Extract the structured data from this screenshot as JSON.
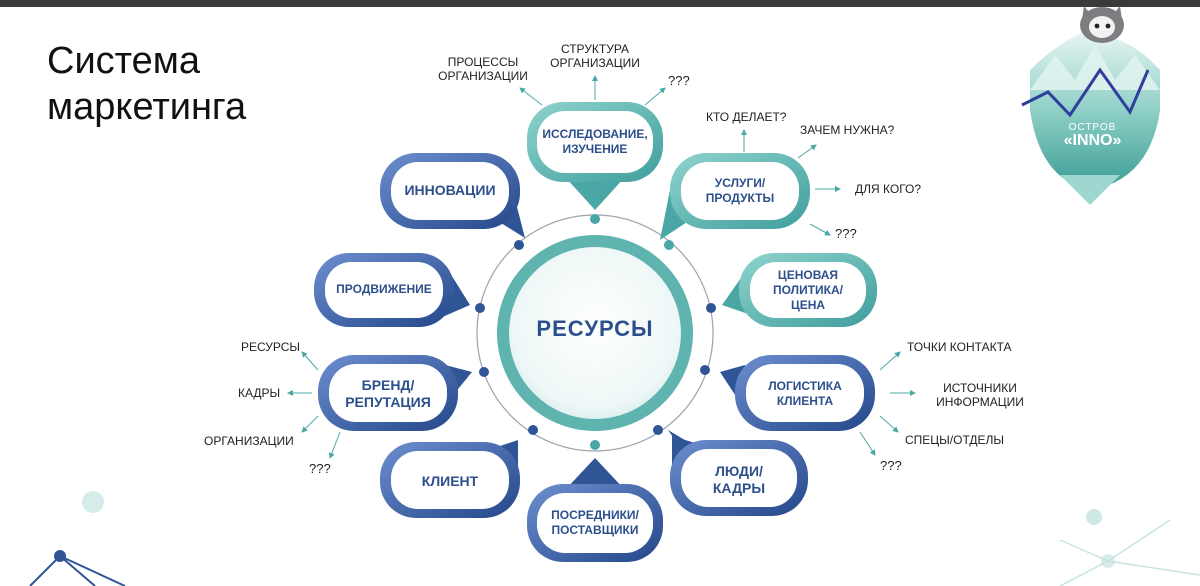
{
  "title_line1": "Система",
  "title_line2": "маркетинга",
  "center": "РЕСУРСЫ",
  "nodes": {
    "research": "ИССЛЕДОВАНИЕ,\nИЗУЧЕНИЕ",
    "services": "УСЛУГИ/\nПРОДУКТЫ",
    "pricing": "ЦЕНОВАЯ\nПОЛИТИКА/\nЦЕНА",
    "logistics": "ЛОГИСТИКА\nКЛИЕНТА",
    "people": "ЛЮДИ/\nКАДРЫ",
    "intermediaries": "ПОСРЕДНИКИ/\nПОСТАВЩИКИ",
    "client": "КЛИЕНТ",
    "brand": "БРЕНД/\nРЕПУТАЦИЯ",
    "promotion": "ПРОДВИЖЕНИЕ",
    "innovation": "ИННОВАЦИИ"
  },
  "annotations": {
    "research_processes": "ПРОЦЕССЫ\nОРГАНИЗАЦИИ",
    "research_structure": "СТРУКТУРА\nОРГАНИЗАЦИИ",
    "research_q": "???",
    "services_who": "КТО ДЕЛАЕТ?",
    "services_why": "ЗАЧЕМ НУЖНА?",
    "services_for": "ДЛЯ КОГО?",
    "services_q": "???",
    "logistics_contact": "ТОЧКИ КОНТАКТА",
    "logistics_sources": "ИСТОЧНИКИ\nИНФОРМАЦИИ",
    "logistics_specs": "СПЕЦЫ/ОТДЕЛЫ",
    "logistics_q": "???",
    "brand_resources": "РЕСУРСЫ",
    "brand_staff": "КАДРЫ",
    "brand_orgs": "ОРГАНИЗАЦИИ",
    "brand_q": "???"
  },
  "logo": {
    "line1": "ОСТРОВ",
    "line2": "«INNO»"
  },
  "colors": {
    "teal": "#4aa7a6",
    "teal_light": "#7cc9c4",
    "blue": "#2f5597",
    "blue_light": "#5a7fc0",
    "ring": "#9aa3ad"
  }
}
